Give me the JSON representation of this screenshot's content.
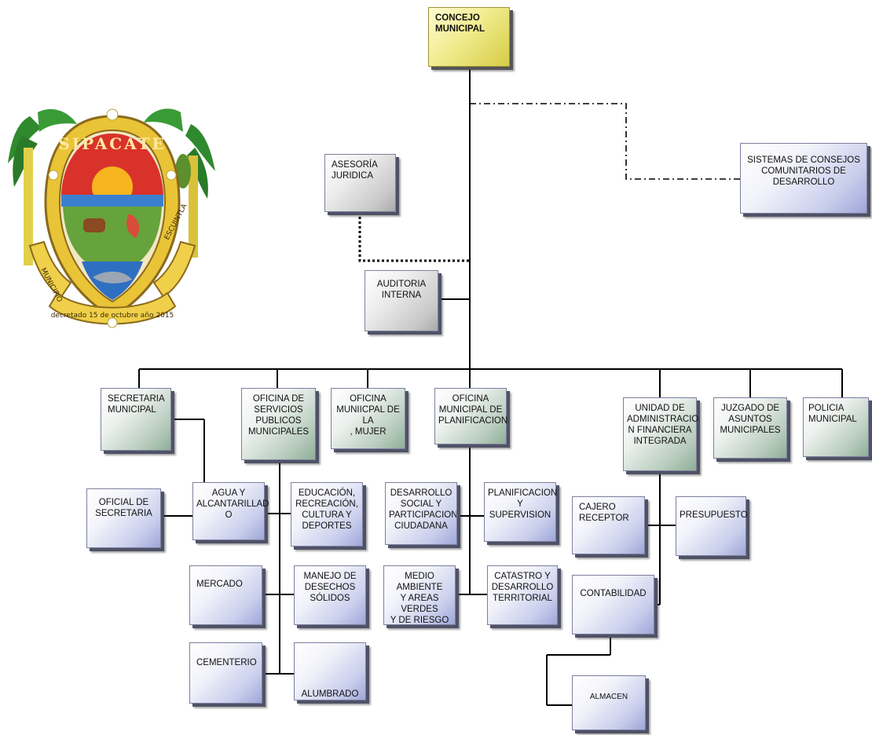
{
  "org_chart": {
    "concejo": "CONCEJO\nMUNICIPAL",
    "asesoria": "ASESORÍA\nJURIDICA",
    "sistemas": "SISTEMAS DE CONSEJOS\nCOMUNITARIOS DE\nDESARROLLO",
    "auditoria": "AUDITORIA\nINTERNA",
    "secretaria": "SECRETARIA\nMUNICIPAL",
    "servicios": "OFICINA DE\nSERVICIOS\nPUBLICOS\nMUNICIPALES",
    "mujer": "OFICINA\nMUNIICPAL DE LA\n, MUJER",
    "planificacion_oficina": "OFICINA\nMUNICIPAL DE\nPLANIFICACION",
    "uafi": "UNIDAD DE\nADMINISTRACIO\nN FINANCIERA\nINTEGRADA",
    "juzgado": "JUZGADO DE\nASUNTOS\nMUNICIPALES",
    "policia": "POLICIA\nMUNICIPAL",
    "oficial": "OFICIAL DE\nSECRETARIA",
    "agua": "AGUA Y\nALCANTARILLAD\nO",
    "educacion": "EDUCACIÓN,\nRECREACIÓN,\nCULTURA Y\nDEPORTES",
    "desarrollo_social": "DESARROLLO\nSOCIAL Y\nPARTICIPACION\nCIUDADANA",
    "planif_supervision": "PLANIFICACION\nY SUPERVISION",
    "cajero": "CAJERO\nRECEPTOR",
    "presupuesto": "PRESUPUESTO",
    "mercado": "MERCADO",
    "desechos": "MANEJO DE\nDESECHOS\nSÓLIDOS",
    "medio_ambiente": "MEDIO AMBIENTE\nY AREAS VERDES\nY DE RIESGO",
    "catastro": "CATASTRO Y\nDESARROLLO\nTERRITORIAL",
    "contabilidad": "CONTABILIDAD",
    "cementerio": "CEMENTERIO",
    "alumbrado": "ALUMBRADO",
    "almacen": "ALMACEN"
  },
  "logo": {
    "top_text": "SIPACATE",
    "left_ribbon": "MUNICIPIO",
    "right_ribbon": "ESCUINTLA",
    "bottom_ribbon": "decretado 15 de octubre año 2015"
  },
  "colors": {
    "box_blue": "#9ea6d8",
    "box_gold": "#e6dc5c",
    "box_green": "#8fae98",
    "line": "#000000"
  }
}
